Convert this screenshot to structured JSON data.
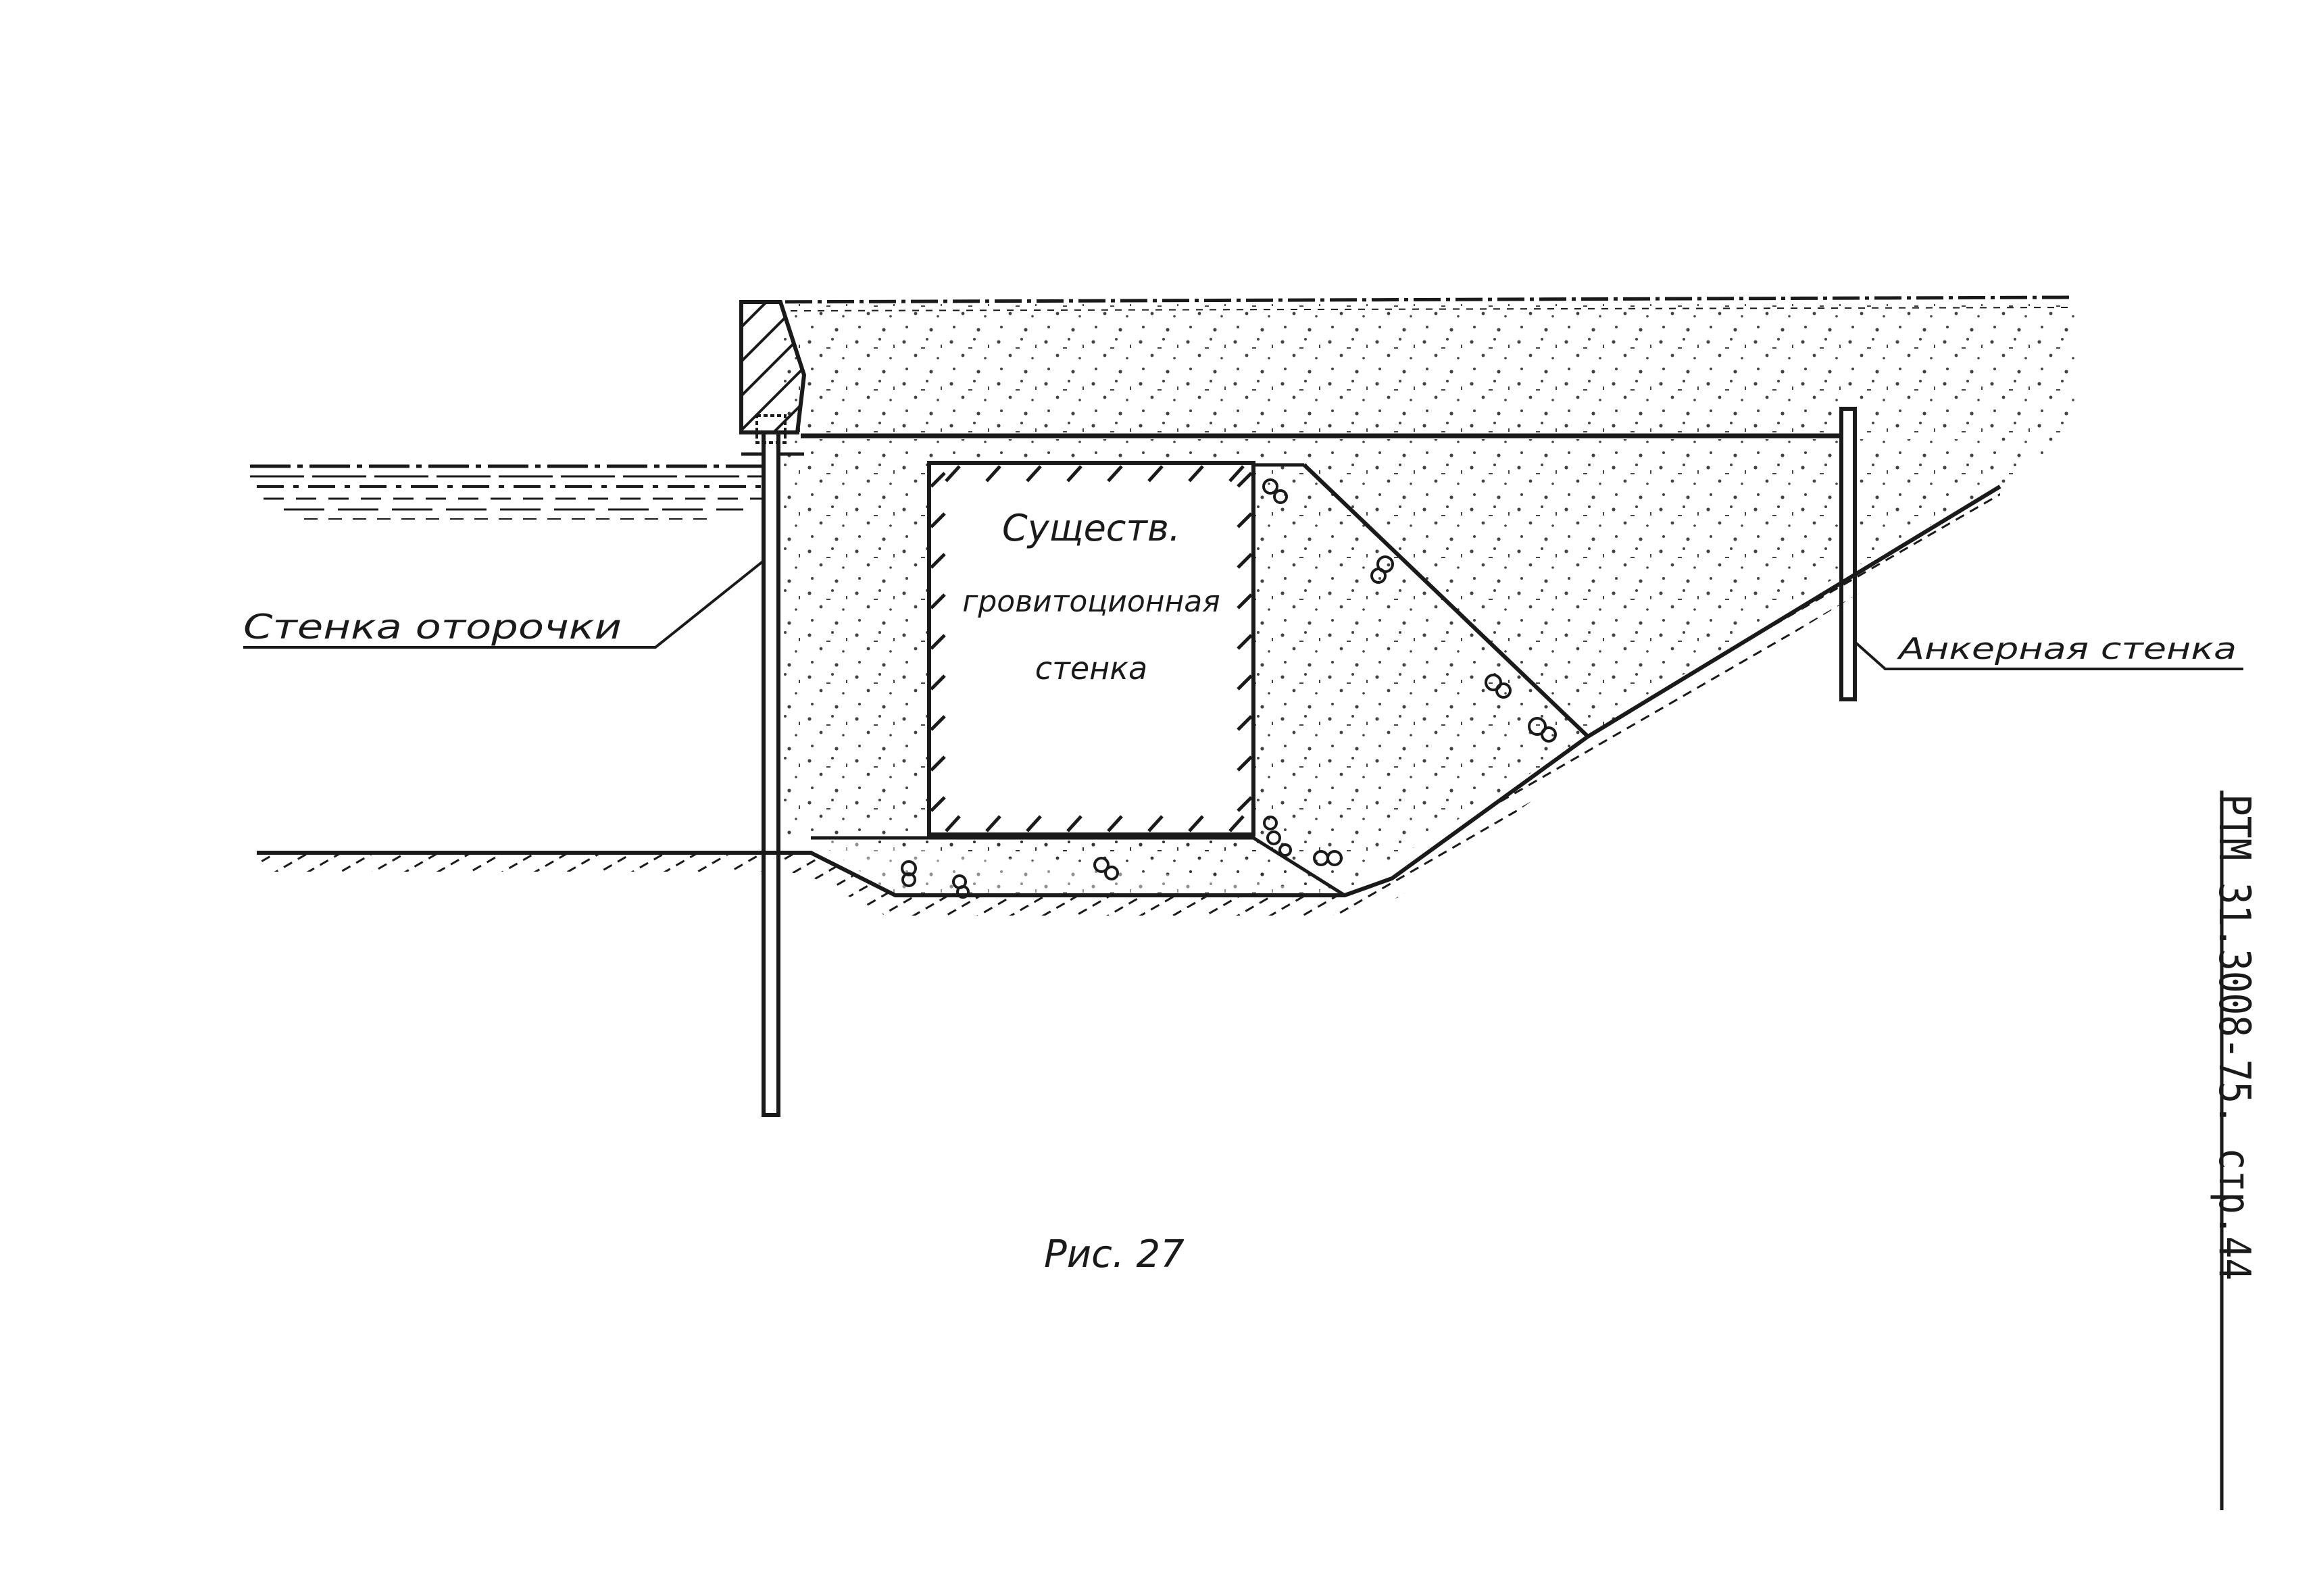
{
  "labels": {
    "existing_wall_line1": "Существ.",
    "existing_wall_line2": "гровитоционная",
    "existing_wall_line3": "стенка",
    "edge_wall": "Стенка оторочки",
    "anchor_wall": "Анкерная стенка",
    "caption": "Рис. 27"
  },
  "stamp": {
    "text": "РТМ 31.3008-75. стр.44"
  },
  "colors": {
    "ink": "#1a1a1a",
    "paper": "#ffffff"
  }
}
